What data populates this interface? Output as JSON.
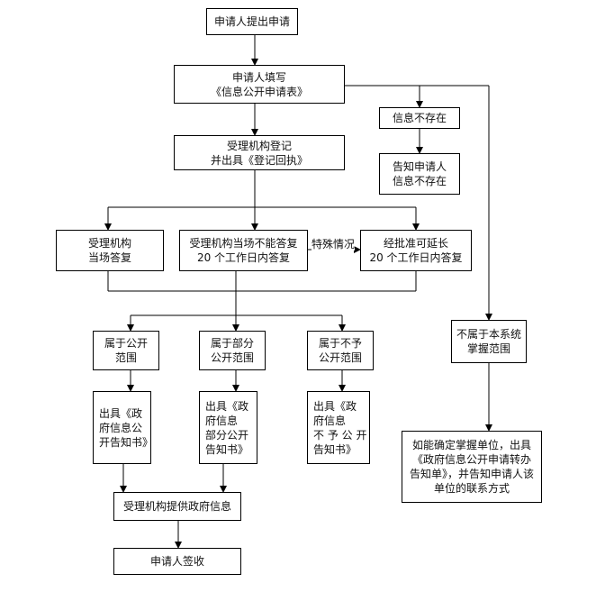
{
  "flow": {
    "submit": "申请人提出申请",
    "fill_form": "申请人填写\n《信息公开申请表》",
    "register": "受理机构登记\n并出具《登记回执》",
    "not_exist": "信息不存在",
    "notify_not_exist": "告知申请人\n信息不存在",
    "answer_spot": "受理机构\n当场答复",
    "answer_20days": "受理机构当场不能答复\n20 个工作日内答复",
    "special_case": "特殊情况",
    "extended": "经批准可延长\n20 个工作日内答复",
    "out_of_scope": "不属于本系统\n掌握范围",
    "open_scope": "属于公开\n范围",
    "partial_scope": "属于部分\n公开范围",
    "no_open_scope": "属于不予\n公开范围",
    "notice_open": "出具《政\n府信息公\n开告知书》",
    "notice_partial": "出具《政\n府信息\n部分公开\n告知书》",
    "notice_no_open": "出具《政\n府信息\n不 予 公 开\n告知书》",
    "transfer_notice": "如能确定掌握单位，出具\n《政府信息公开申请转办\n告知单》，并告知申请人该\n单位的联系方式",
    "provide_info": "受理机构提供政府信息",
    "sign_receipt": "申请人签收"
  }
}
